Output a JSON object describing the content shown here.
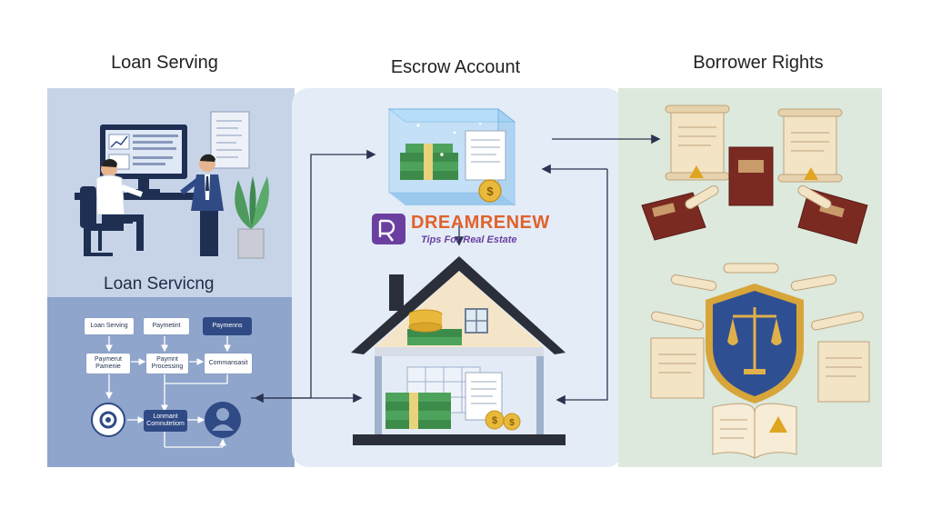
{
  "titles": {
    "left": "Loan Serving",
    "center": "Escrow Account",
    "right": "Borrower Rights"
  },
  "left_panel": {
    "subtitle": "Loan Servicng",
    "flow_boxes": [
      {
        "label": "Loan Serving"
      },
      {
        "label": "Paymetint"
      },
      {
        "label": "Paymenns"
      },
      {
        "label": "Paymerut Pamenie"
      },
      {
        "label": "Paymnt Processing"
      },
      {
        "label": "Commansasit"
      },
      {
        "label": "Lonmant Comnutetiom"
      }
    ]
  },
  "logo": {
    "name": "DREAMRENEW",
    "tagline": "Tips For Real Estate"
  },
  "colors": {
    "left_bg": "#c7d4e8",
    "left_bottom_bg": "#8fa5cc",
    "center_bg": "#e3ecf7",
    "right_bg": "#dce9dc",
    "accent_dark": "#2f4a85",
    "logo_orange": "#e0622d",
    "logo_purple": "#6b3fa0"
  }
}
